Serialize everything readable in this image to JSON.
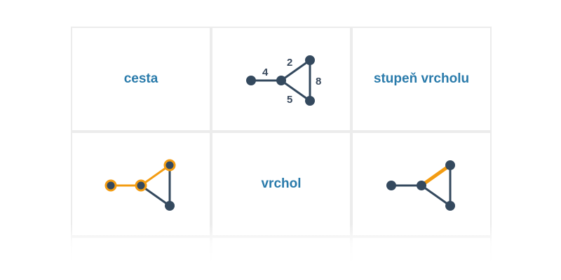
{
  "colors": {
    "term_text": "#2a7bab",
    "graph_node": "#34495e",
    "highlight": "#f39c12",
    "card_border": "#ececec"
  },
  "cards": [
    {
      "kind": "term",
      "text": "cesta"
    },
    {
      "kind": "graph",
      "description": "weighted-graph",
      "edge_weights": [
        "4",
        "2",
        "8",
        "5"
      ]
    },
    {
      "kind": "term",
      "text": "stupeň vrcholu"
    },
    {
      "kind": "graph",
      "description": "highlighted-path"
    },
    {
      "kind": "term",
      "text": "vrchol"
    },
    {
      "kind": "graph",
      "description": "highlighted-edge"
    }
  ]
}
